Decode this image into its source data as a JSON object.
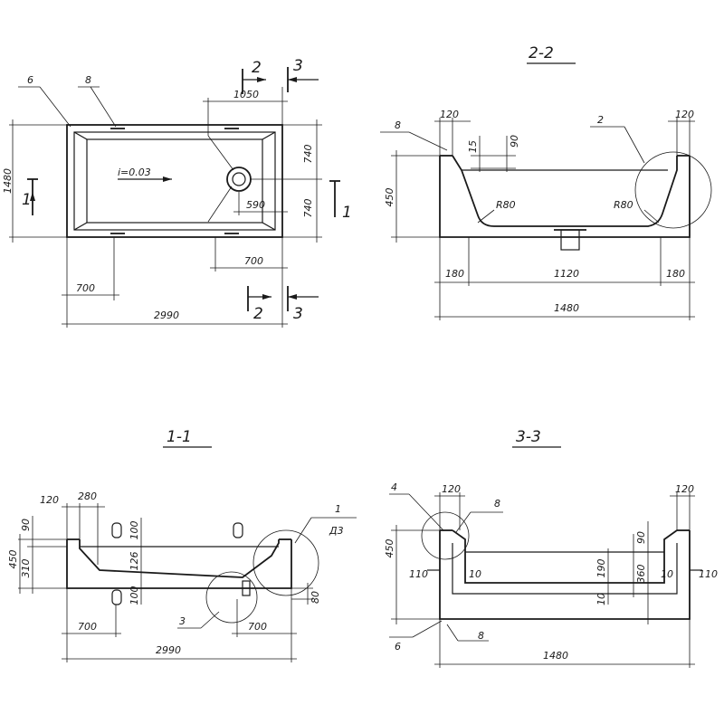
{
  "plan": {
    "callout_6": "6",
    "callout_8": "8",
    "dim_1050": "1050",
    "dim_740_top": "740",
    "dim_740_bottom": "740",
    "dim_590": "590",
    "dim_700_right": "700",
    "dim_700_left": "700",
    "dim_2990": "2990",
    "dim_1480": "1480",
    "slope": "i=0.03",
    "cut1_left": "1",
    "cut1_right": "1",
    "cut2_top": "2",
    "cut3_top": "3",
    "cut2_bottom": "2",
    "cut3_bottom": "3"
  },
  "section22": {
    "title": "2-2",
    "callout_8": "8",
    "callout_2": "2",
    "dim_120_left": "120",
    "dim_120_right": "120",
    "dim_15": "15",
    "dim_90": "90",
    "dim_450": "450",
    "r80_left": "R80",
    "r80_right": "R80",
    "dim_180_left": "180",
    "dim_1120": "1120",
    "dim_180_right": "180",
    "dim_1480": "1480"
  },
  "section11": {
    "title": "1-1",
    "dim_120": "120",
    "dim_280": "280",
    "dim_90": "90",
    "dim_450": "450",
    "dim_310": "310",
    "dim_100_top": "100",
    "dim_126": "126",
    "dim_100_bottom": "100",
    "callout_1": "1",
    "callout_d3": "Д3",
    "callout_3": "3",
    "dim_80": "80",
    "dim_700_left": "700",
    "dim_700_right": "700",
    "dim_2990": "2990"
  },
  "section33": {
    "title": "3-3",
    "callout_4": "4",
    "callout_8_top": "8",
    "dim_120_left": "120",
    "dim_120_right": "120",
    "dim_90": "90",
    "dim_450": "450",
    "dim_110_left": "110",
    "dim_10_a": "10",
    "dim_190": "190",
    "dim_360": "360",
    "dim_10_b": "10",
    "dim_110_right": "110",
    "dim_10_c": "10",
    "callout_6": "6",
    "callout_8_bottom": "8",
    "dim_1480": "1480"
  }
}
